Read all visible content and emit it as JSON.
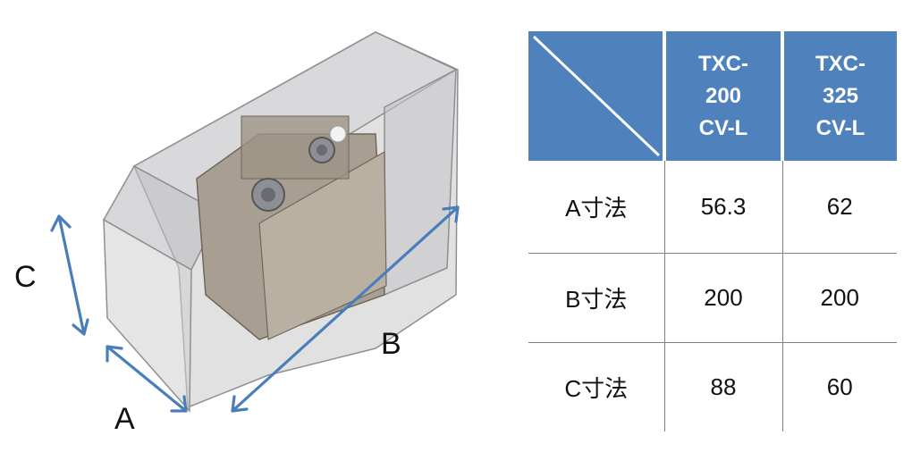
{
  "dimension_labels": {
    "a": "A",
    "b": "B",
    "c": "C"
  },
  "table": {
    "columns": [
      "TXC-\n200\nCV-L",
      "TXC-\n325\nCV-L"
    ],
    "rows": [
      {
        "label": "A寸法",
        "values": [
          "56.3",
          "62"
        ]
      },
      {
        "label": "B寸法",
        "values": [
          "200",
          "200"
        ]
      },
      {
        "label": "C寸法",
        "values": [
          "88",
          "60"
        ]
      }
    ]
  },
  "colors": {
    "header_bg": "#4f81bd",
    "arrow": "#4a7ebb",
    "rule": "#7f7f7f"
  }
}
